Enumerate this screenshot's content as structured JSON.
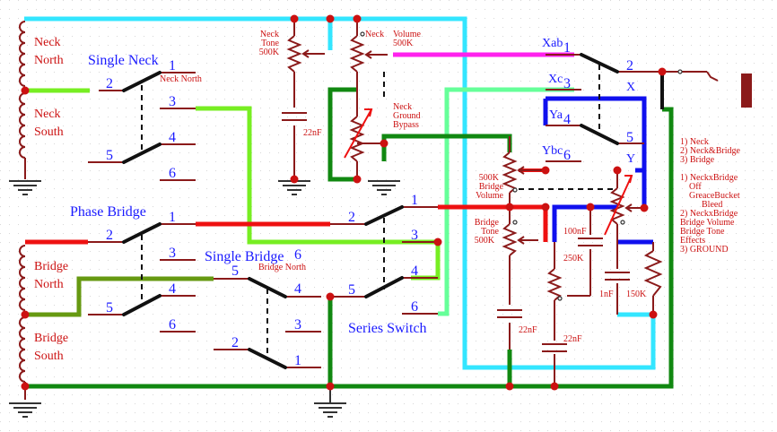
{
  "coils": {
    "neck_north": [
      "Neck",
      "North"
    ],
    "neck_south": [
      "Neck",
      "South"
    ],
    "bridge_north": [
      "Bridge",
      "North"
    ],
    "bridge_south": [
      "Bridge",
      "South"
    ]
  },
  "switches": {
    "single_neck": {
      "title": "Single Neck",
      "sub": "Neck North",
      "pins": [
        "1",
        "2",
        "3",
        "4",
        "5",
        "6"
      ]
    },
    "phase_bridge": {
      "title": "Phase Bridge",
      "pins": [
        "1",
        "2",
        "3",
        "4",
        "5",
        "6"
      ]
    },
    "single_bridge": {
      "title": "Single Bridge",
      "sub": "Bridge North",
      "pins": [
        "5",
        "4",
        "6",
        "3",
        "2",
        "1"
      ]
    },
    "series": {
      "title": "Series Switch",
      "pins": [
        "1",
        "2",
        "3",
        "4",
        "5",
        "6"
      ]
    },
    "selector": {
      "pins": [
        "Xab",
        "1",
        "Xc",
        "3",
        "Ya",
        "4",
        "Ybc",
        "6",
        "2",
        "X",
        "5",
        "Y"
      ]
    }
  },
  "components": {
    "neck_tone": [
      "Neck",
      "Tone",
      "500K"
    ],
    "neck_volume": [
      "Neck",
      "Volume",
      "500K"
    ],
    "neck_ground_bypass": [
      "Neck",
      "Ground",
      "Bypass"
    ],
    "cap_neck": "22nF",
    "bridge_volume": [
      "500K",
      "Bridge",
      "Volume"
    ],
    "bridge_tone": [
      "Bridge",
      "Tone",
      "500K"
    ],
    "cap_100n": "100nF",
    "pot_250k": "250K",
    "cap_1n": "1nF",
    "res_150k": "150K",
    "cap_bridge_a": "22nF",
    "cap_bridge_b": "22nF"
  },
  "legend": [
    "1) Neck",
    "2) Neck&Bridge",
    "3) Bridge",
    "",
    "1) NeckxBridge",
    "Off",
    "GreaceBucket",
    "Bleed",
    "2) NeckxBridge",
    "Bridge Volume",
    "Bridge Tone",
    "Effects",
    "3) GROUND"
  ],
  "colors": {
    "cyan": "#33e6ff",
    "magenta": "#ff22ee",
    "lime": "#77ee22",
    "green": "#118811",
    "olive": "#669911",
    "red": "#ee1111",
    "blue": "#1010ee",
    "mint": "#66ff99",
    "dark": "#8b1a1a"
  }
}
